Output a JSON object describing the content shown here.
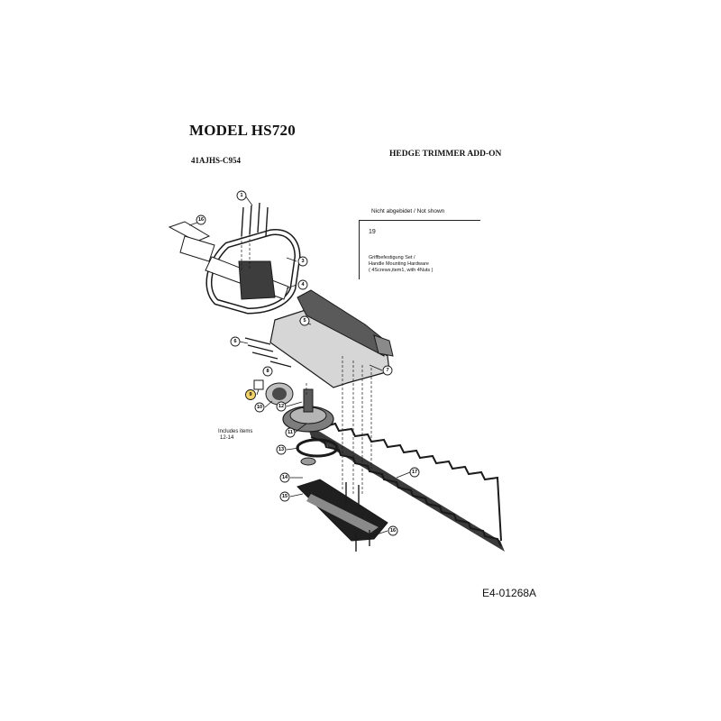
{
  "header": {
    "model": "MODEL HS720",
    "model_code": "41AJHS-C954",
    "section": "HEDGE TRIMMER ADD-ON"
  },
  "note": {
    "header": "Nicht abgebidet / Not shown",
    "item_number": "19",
    "lines": [
      "Griffbefestigung Set /",
      "Handle Mounting Hardware",
      "( 4Screws,item1, with 4Nuts )"
    ]
  },
  "includes_note": {
    "line1": "Includes items",
    "line2": "12-14"
  },
  "callouts": [
    "1",
    "16",
    "3",
    "4",
    "5",
    "6",
    "7",
    "8",
    "9",
    "10",
    "11",
    "12",
    "13",
    "14",
    "15",
    "16",
    "17"
  ],
  "highlighted_callout": "9",
  "colors": {
    "highlight": "#f3d36b",
    "line": "#1a1a1a",
    "shade": "#7a7a7a"
  },
  "doc_id": "E4-01268A"
}
